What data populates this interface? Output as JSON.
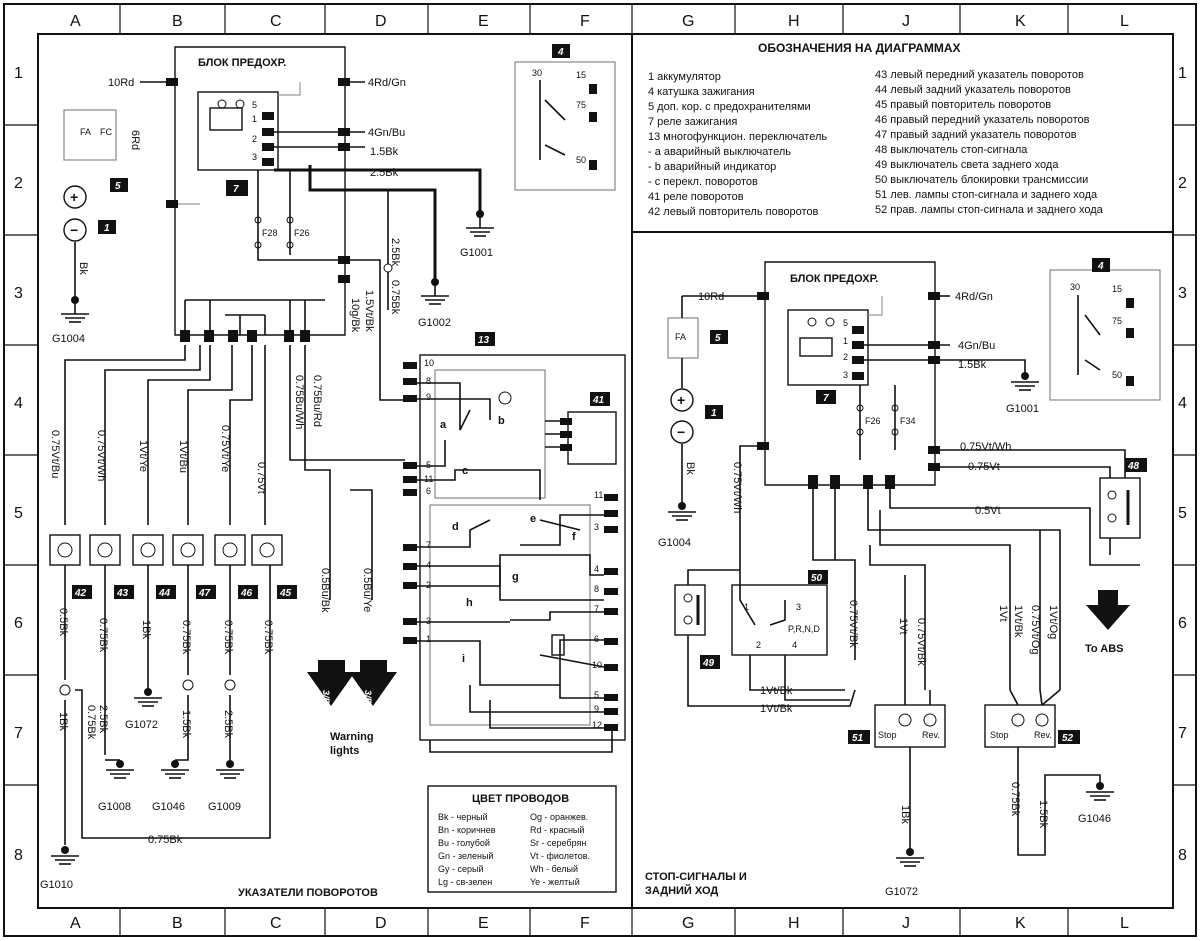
{
  "grid": {
    "columns": [
      "A",
      "B",
      "C",
      "D",
      "E",
      "F",
      "G",
      "H",
      "J",
      "K",
      "L"
    ],
    "rows": [
      "1",
      "2",
      "3",
      "4",
      "5",
      "6",
      "7",
      "8"
    ]
  },
  "legend": {
    "title": "ОБОЗНАЧЕНИЯ НА ДИАГРАММАХ",
    "items_left": [
      "1  аккумулятор",
      "4  катушка зажигания",
      "5 доп. кор. с предохранителями",
      "7 реле зажигания",
      "13 многофункцион. переключатель",
      " - a аварийный выключатель",
      "  - b аварийный индикатор",
      "  - c перекл. поворотов",
      "41 реле поворотов",
      "42 левый повторитель поворотов"
    ],
    "items_right": [
      "43 левый передний указатель поворотов",
      "44 левый задний указатель поворотов",
      "45 правый повторитель поворотов",
      "46 правый передний указатель поворотов",
      "47 правый задний указатель поворотов",
      "48 выключатель стоп-сигнала",
      "49 выключатель света заднего хода",
      "50 выключатель блокировки трансмиссии",
      "51 лев. лампы стоп-сигнала и заднего хода",
      "52 прав. лампы стоп-сигнала и заднего хода"
    ]
  },
  "wire_colors": {
    "title": "ЦВЕТ ПРОВОДОВ",
    "left": [
      "Bk - черный",
      "Bn - коричнев",
      "Bu - голубой",
      "Gn - зеленый",
      "Gy - серый",
      "Lg - св-зелен"
    ],
    "right": [
      "Og - оранжев.",
      "Rd - красный",
      "Sr - серебрян",
      "Vt - фиолетов.",
      "Wh - белый",
      "Ye - желтый"
    ]
  },
  "left_diagram": {
    "title": "УКАЗАТЕЛИ ПОВОРОТОВ",
    "fuse_box_label": "БЛОК ПРЕДОХР.",
    "wires": {
      "w_10rd": "10Rd",
      "w_4rdgn": "4Rd/Gn",
      "w_6rd": "6Rd",
      "w_4gnbu": "4Gn/Bu",
      "w_15bk": "1.5Bk",
      "w_25bk": "2.5Bk",
      "w_25bk_v": "2.5Bk",
      "w_075bk_v": "0.75Bk",
      "w_15vtbk": "1.5Vt/Bk",
      "w_10gbk": "10g/Bk",
      "w_075bu_rd": "0.75Bu/Rd",
      "w_075bu_wh": "0.75Bu/Wh",
      "w_05bu_bk": "0.5Bu/Bk",
      "w_05bu_ye": "0.5Bu/Ye",
      "w_bk": "Bk",
      "w_075vt_bu": "0.75Vt/Bu",
      "w_075vt_wh": "0.75Vt/Wh",
      "w_1vt_ye": "1Vt/Ye",
      "w_1vt_bu": "1Vt/Bu",
      "w_075vt_ye": "0.75Vt/Ye",
      "w_075vt": "0.75Vt",
      "w_05bk": "0.5Bk",
      "w_075bk_a": "0.75Bk",
      "w_1bk": "1Bk",
      "w_075bk_b": "0.75Bk",
      "w_25bk_b": "2.5Bk",
      "w_1bk_c": "1Bk",
      "w_075bk_d": "0.75Bk",
      "w_15bk_e": "1.5Bk",
      "w_075bk_f": "0.75Bk",
      "w_25bk_g": "2.5Bk",
      "w_075bk_h": "0.75Bk",
      "w_075bk_bottom": "0.75Bk"
    },
    "grounds": [
      "G1004",
      "G1001",
      "G1002",
      "G1010",
      "G1008",
      "G1046",
      "G1009",
      "G1072"
    ],
    "fuses": [
      "FA",
      "FC",
      "F28",
      "F26"
    ],
    "components": [
      "1",
      "5",
      "7",
      "4",
      "13",
      "41",
      "42",
      "43",
      "44",
      "47",
      "46",
      "45"
    ],
    "warning_refs": [
      "3/F4",
      "3/F4"
    ],
    "warning_label": "Warning\nlights",
    "relay_pins": [
      "30",
      "15",
      "75",
      "50"
    ],
    "relay7_pins": [
      "5",
      "1",
      "2",
      "3"
    ],
    "switch_letters": [
      "a",
      "b",
      "c",
      "d",
      "e",
      "f",
      "g",
      "h",
      "i"
    ],
    "sw13_left_pins": [
      "10",
      "8",
      "9",
      "5",
      "11",
      "6",
      "7",
      "4",
      "2",
      "3",
      "1"
    ],
    "sw13_right_pins": [
      "11",
      "3",
      "4",
      "8",
      "7",
      "6",
      "10",
      "5",
      "9",
      "12"
    ]
  },
  "right_diagram": {
    "title": "СТОП-СИГНАЛЫ И\nЗАДНИЙ ХОД",
    "fuse_box_label": "БЛОК ПРЕДОХР.",
    "wires": {
      "w_10rd": "10Rd",
      "w_4rdgn": "4Rd/Gn",
      "w_4gnbu": "4Gn/Bu",
      "w_15bk": "1.5Bk",
      "w_075vtwh": "0.75Vt/Wh",
      "w_075vt": "0.75Vt",
      "w_05vt": "0.5Vt",
      "w_075vtwh_v": "0.75Vt/Wh",
      "w_bk": "Bk",
      "w_075vtbk": "0.75Vt/Bk",
      "w_1vtbk_a": "1Vt/Bk",
      "w_1vtbk_b": "1Vt/Bk",
      "w_1vt": "1Vt",
      "w_075vtbk_b": "0.75Vt/Bk",
      "w_1vt_b": "1Vt",
      "w_1vtbk_c": "1Vt/Bk",
      "w_075vtog": "0.75Vt/Og",
      "w_1vtog": "1Vt/Og",
      "w_1bk": "1Bk",
      "w_075bk": "0.75Bk",
      "w_15bk_b": "1.5Bk"
    },
    "grounds": [
      "G1004",
      "G1001",
      "G1072",
      "G1046"
    ],
    "fuses": [
      "FA",
      "F26",
      "F34"
    ],
    "components": [
      "5",
      "1",
      "7",
      "4",
      "48",
      "49",
      "50",
      "51",
      "52"
    ],
    "to_abs": "To ABS",
    "prnd": "P,R,N,D",
    "sw50_pins": [
      "1",
      "3",
      "2",
      "4"
    ],
    "lamp_labels": [
      "Stop",
      "Rev.",
      "Stop",
      "Rev."
    ],
    "relay_pins": [
      "30",
      "15",
      "75",
      "50"
    ],
    "relay7_pins": [
      "5",
      "1",
      "2",
      "3"
    ]
  }
}
